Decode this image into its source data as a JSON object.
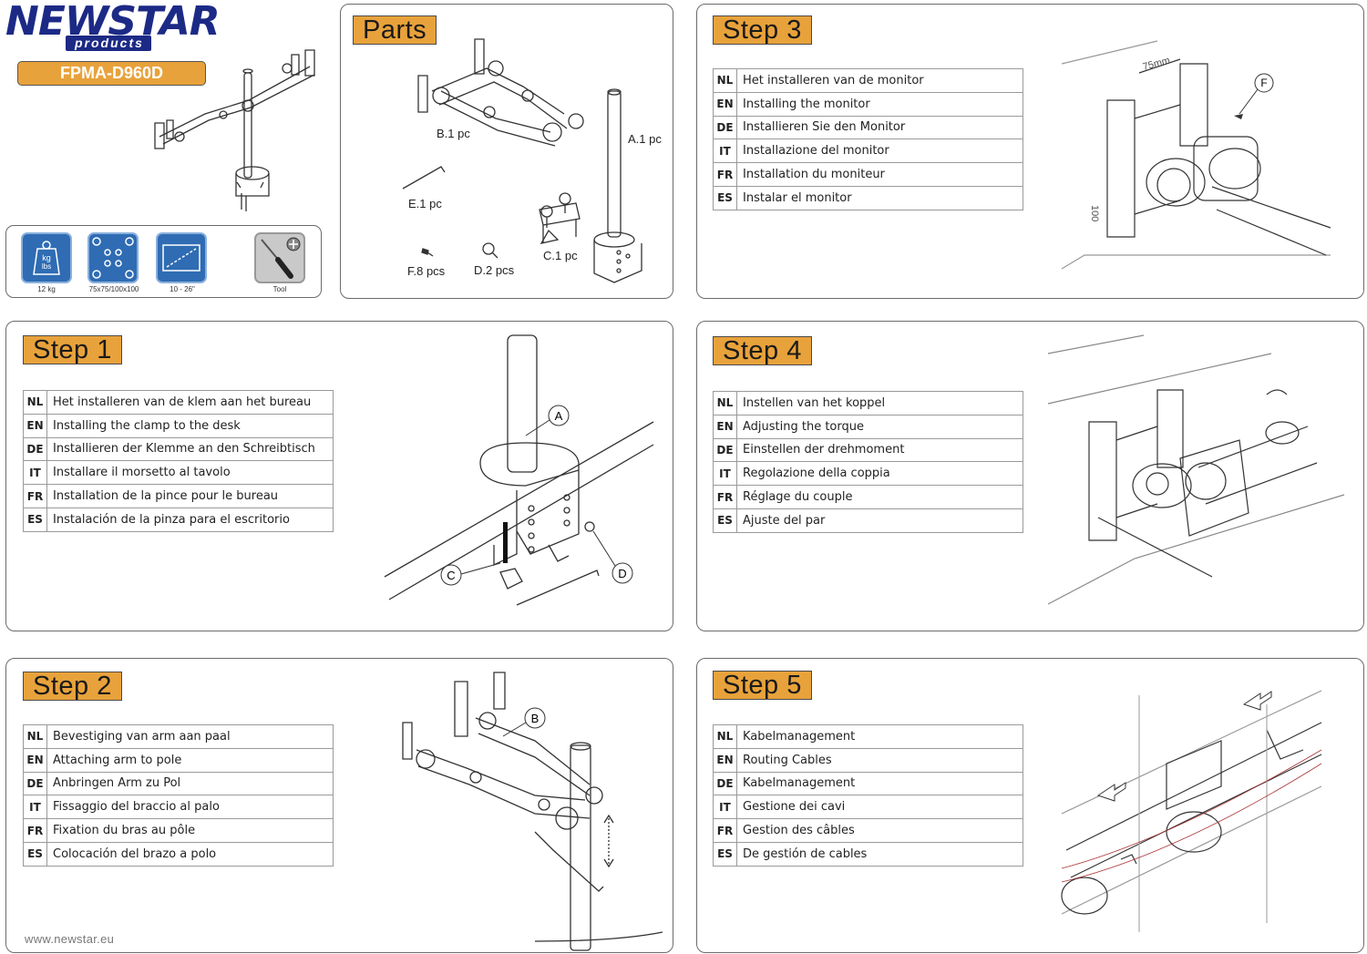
{
  "brand": {
    "logo_text": "NEWSTAR",
    "logo_sub": "products",
    "model": "FPMA-D960D",
    "website": "www.newstar.eu"
  },
  "specs": [
    {
      "icon": "weight-icon",
      "icon_text": "kg lbs",
      "label": "12 kg"
    },
    {
      "icon": "vesa-pattern-icon",
      "label": "75x75/100x100"
    },
    {
      "icon": "screen-size-icon",
      "label": "10 - 26\""
    },
    {
      "icon": "screwdriver-icon",
      "label": "Tool"
    }
  ],
  "parts": {
    "title": "Parts",
    "items": [
      {
        "id": "B",
        "label": "B.1 pc"
      },
      {
        "id": "A",
        "label": "A.1 pc"
      },
      {
        "id": "E",
        "label": "E.1 pc"
      },
      {
        "id": "C",
        "label": "C.1 pc"
      },
      {
        "id": "F",
        "label": "F.8 pcs"
      },
      {
        "id": "D",
        "label": "D.2 pcs"
      }
    ]
  },
  "steps": [
    {
      "title": "Step 1",
      "callouts": [
        "A",
        "C",
        "D"
      ],
      "rows": [
        {
          "code": "NL",
          "text": "Het installeren van de klem aan het bureau"
        },
        {
          "code": "EN",
          "text": "Installing the clamp to the desk"
        },
        {
          "code": "DE",
          "text": "Installieren der Klemme an den Schreibtisch"
        },
        {
          "code": "IT",
          "text": "Installare il morsetto al tavolo"
        },
        {
          "code": "FR",
          "text": "Installation de la pince pour le bureau"
        },
        {
          "code": "ES",
          "text": "Instalación de la pinza para el escritorio"
        }
      ]
    },
    {
      "title": "Step 2",
      "callouts": [
        "B"
      ],
      "rows": [
        {
          "code": "NL",
          "text": "Bevestiging van arm aan paal"
        },
        {
          "code": "EN",
          "text": "Attaching arm to pole"
        },
        {
          "code": "DE",
          "text": "Anbringen Arm zu Pol"
        },
        {
          "code": "IT",
          "text": "Fissaggio del braccio al palo"
        },
        {
          "code": "FR",
          "text": "Fixation du bras au pôle"
        },
        {
          "code": "ES",
          "text": "Colocación del brazo a polo"
        }
      ]
    },
    {
      "title": "Step 3",
      "callouts": [
        "F"
      ],
      "dims": [
        "75mm",
        "100"
      ],
      "rows": [
        {
          "code": "NL",
          "text": "Het installeren van de monitor"
        },
        {
          "code": "EN",
          "text": "Installing the monitor"
        },
        {
          "code": "DE",
          "text": "Installieren Sie den Monitor"
        },
        {
          "code": "IT",
          "text": "Installazione del monitor"
        },
        {
          "code": "FR",
          "text": "Installation du moniteur"
        },
        {
          "code": "ES",
          "text": "Instalar el monitor"
        }
      ]
    },
    {
      "title": "Step 4",
      "rows": [
        {
          "code": "NL",
          "text": "Instellen van het koppel"
        },
        {
          "code": "EN",
          "text": "Adjusting the torque"
        },
        {
          "code": "DE",
          "text": "Einstellen der drehmoment"
        },
        {
          "code": "IT",
          "text": "Regolazione della coppia"
        },
        {
          "code": "FR",
          "text": "Réglage du couple"
        },
        {
          "code": "ES",
          "text": "Ajuste del par"
        }
      ]
    },
    {
      "title": "Step 5",
      "rows": [
        {
          "code": "NL",
          "text": "Kabelmanagement"
        },
        {
          "code": "EN",
          "text": "Routing Cables"
        },
        {
          "code": "DE",
          "text": "Kabelmanagement"
        },
        {
          "code": "IT",
          "text": "Gestione dei cavi"
        },
        {
          "code": "FR",
          "text": "Gestion des câbles"
        },
        {
          "code": "ES",
          "text": "De gestión de cables"
        }
      ]
    }
  ],
  "colors": {
    "accent": "#e8a23b",
    "brand": "#1c2a86",
    "icon_blue": "#2f6cb3",
    "border": "#6b6b6b"
  }
}
